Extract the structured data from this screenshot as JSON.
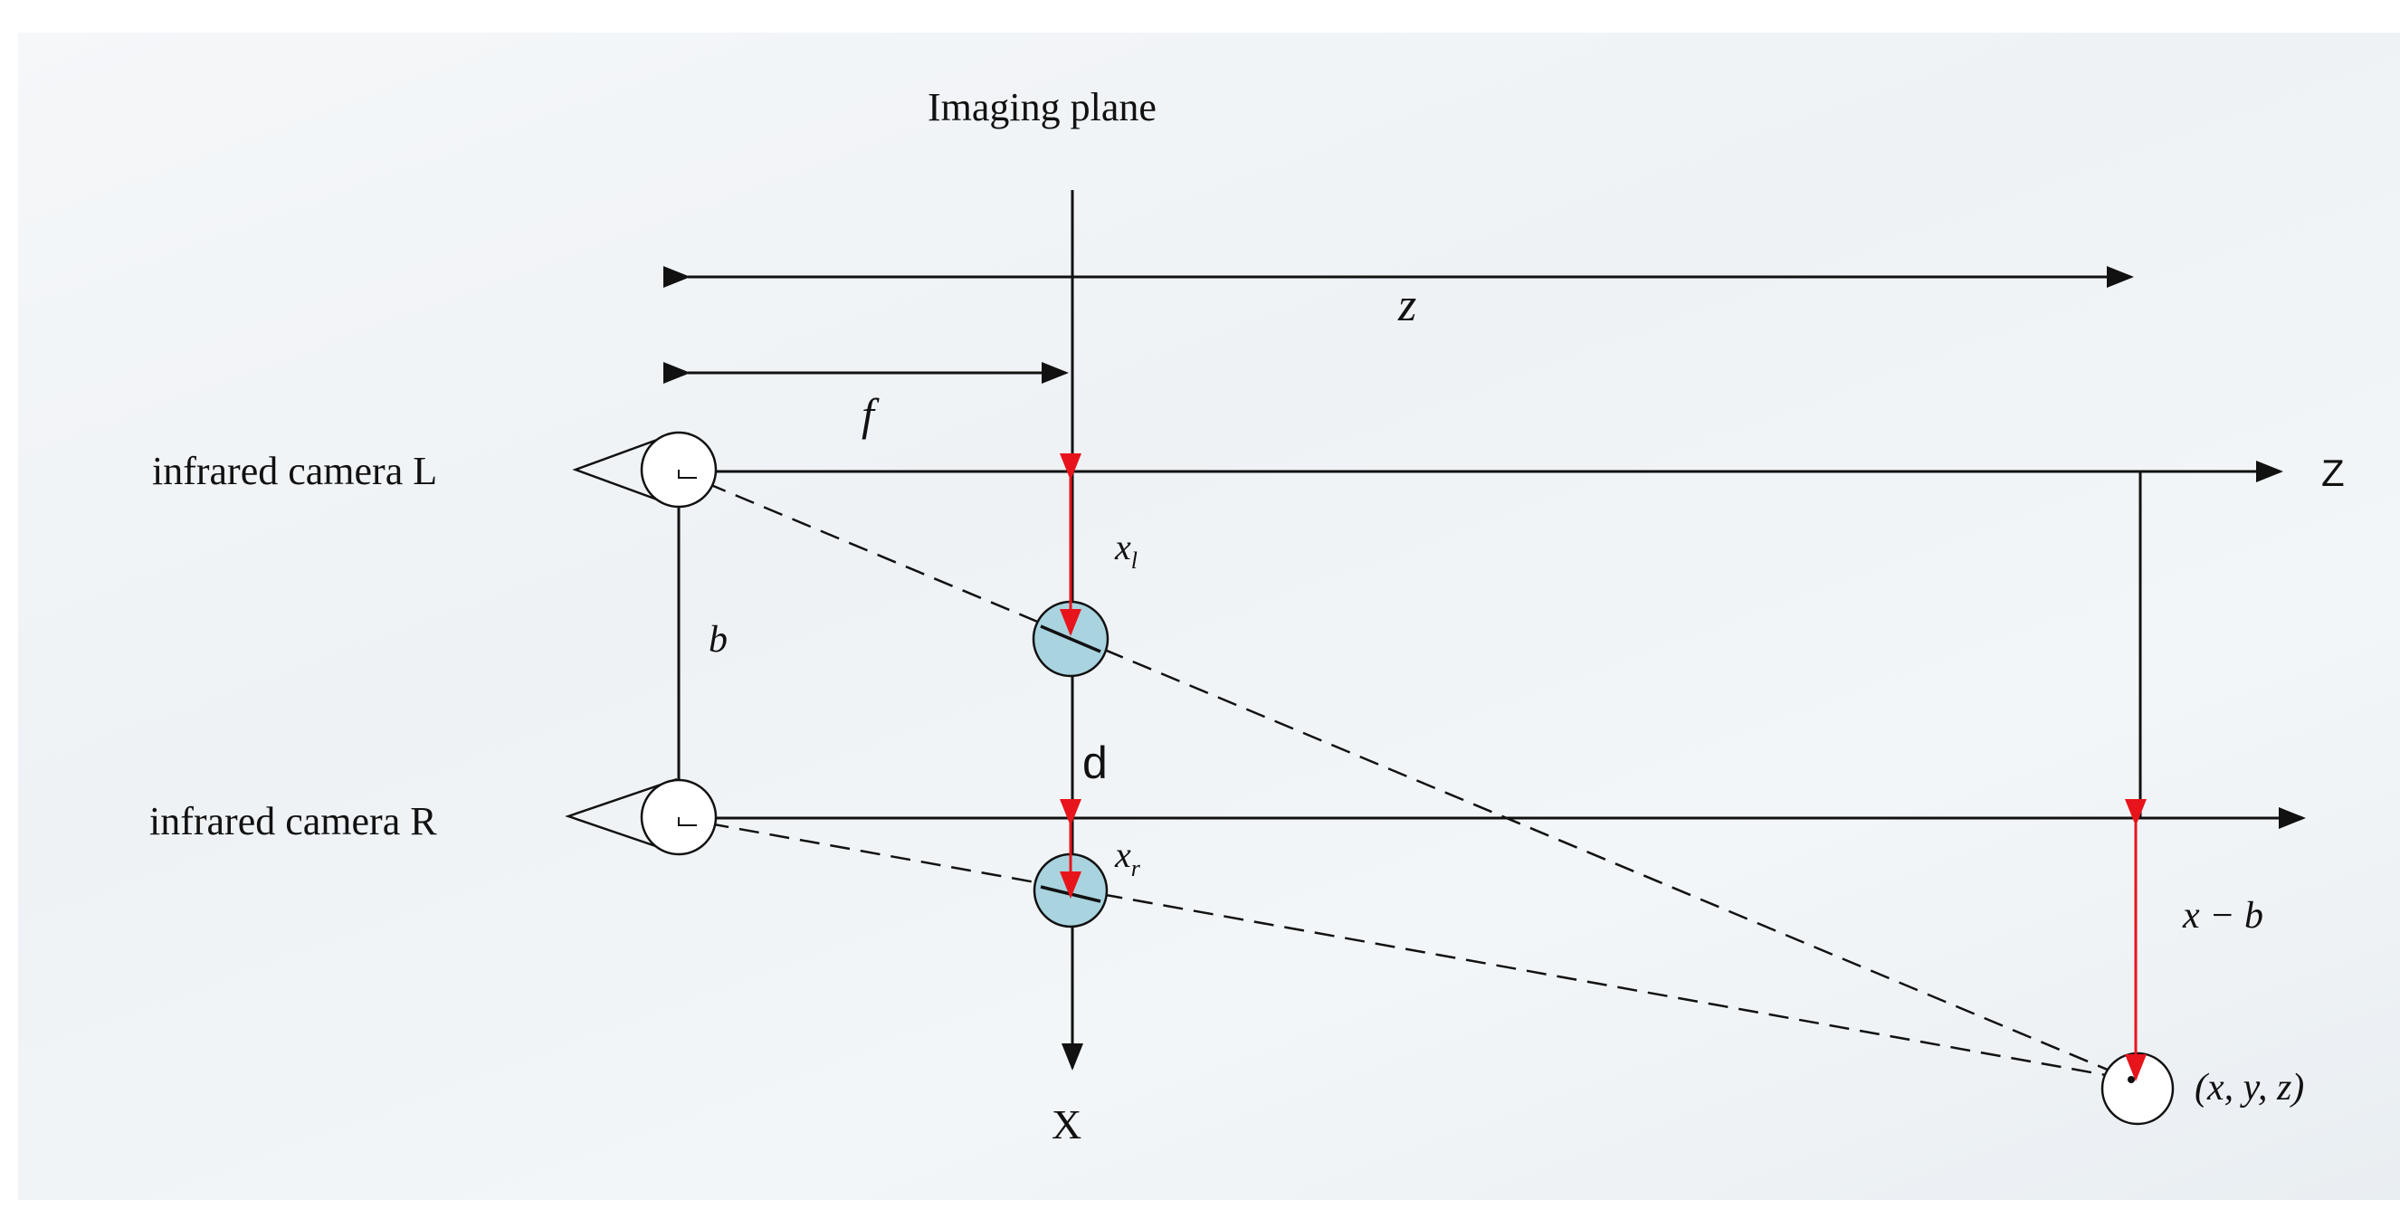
{
  "labels": {
    "imaging_plane": "Imaging plane",
    "camera_left": "infrared camera L",
    "camera_right": "infrared camera R",
    "z_distance": "z",
    "focal_length": "f",
    "baseline": "b",
    "axis_z": "Z",
    "axis_x": "X",
    "disparity": "d",
    "x_left_main": "x",
    "x_left_sub": "l",
    "x_right_main": "x",
    "x_right_sub": "r",
    "x_minus_b": "x − b",
    "point_coords": "(x, y, z)"
  },
  "colors": {
    "line": "#111111",
    "arrow_red": "#e8141b",
    "image_point_fill": "#a9d3df",
    "background": "#f1f4f7"
  },
  "icons": {
    "camera_left": "eye-camera-icon",
    "camera_right": "eye-camera-icon",
    "object_point": "circle-point-icon"
  }
}
